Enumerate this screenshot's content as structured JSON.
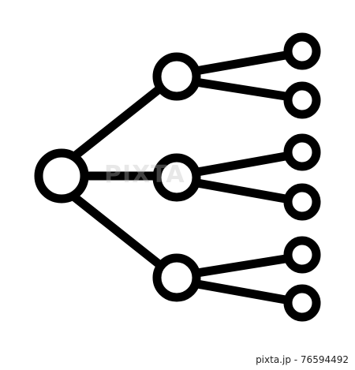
{
  "icon": {
    "name": "hierarchy-network-icon",
    "stroke_color": "#000000",
    "fill_color": "#ffffff"
  },
  "watermark": {
    "text": "PIXTA"
  },
  "caption": {
    "site": "pixta.jp",
    "separator": " - ",
    "id": "76594492"
  }
}
